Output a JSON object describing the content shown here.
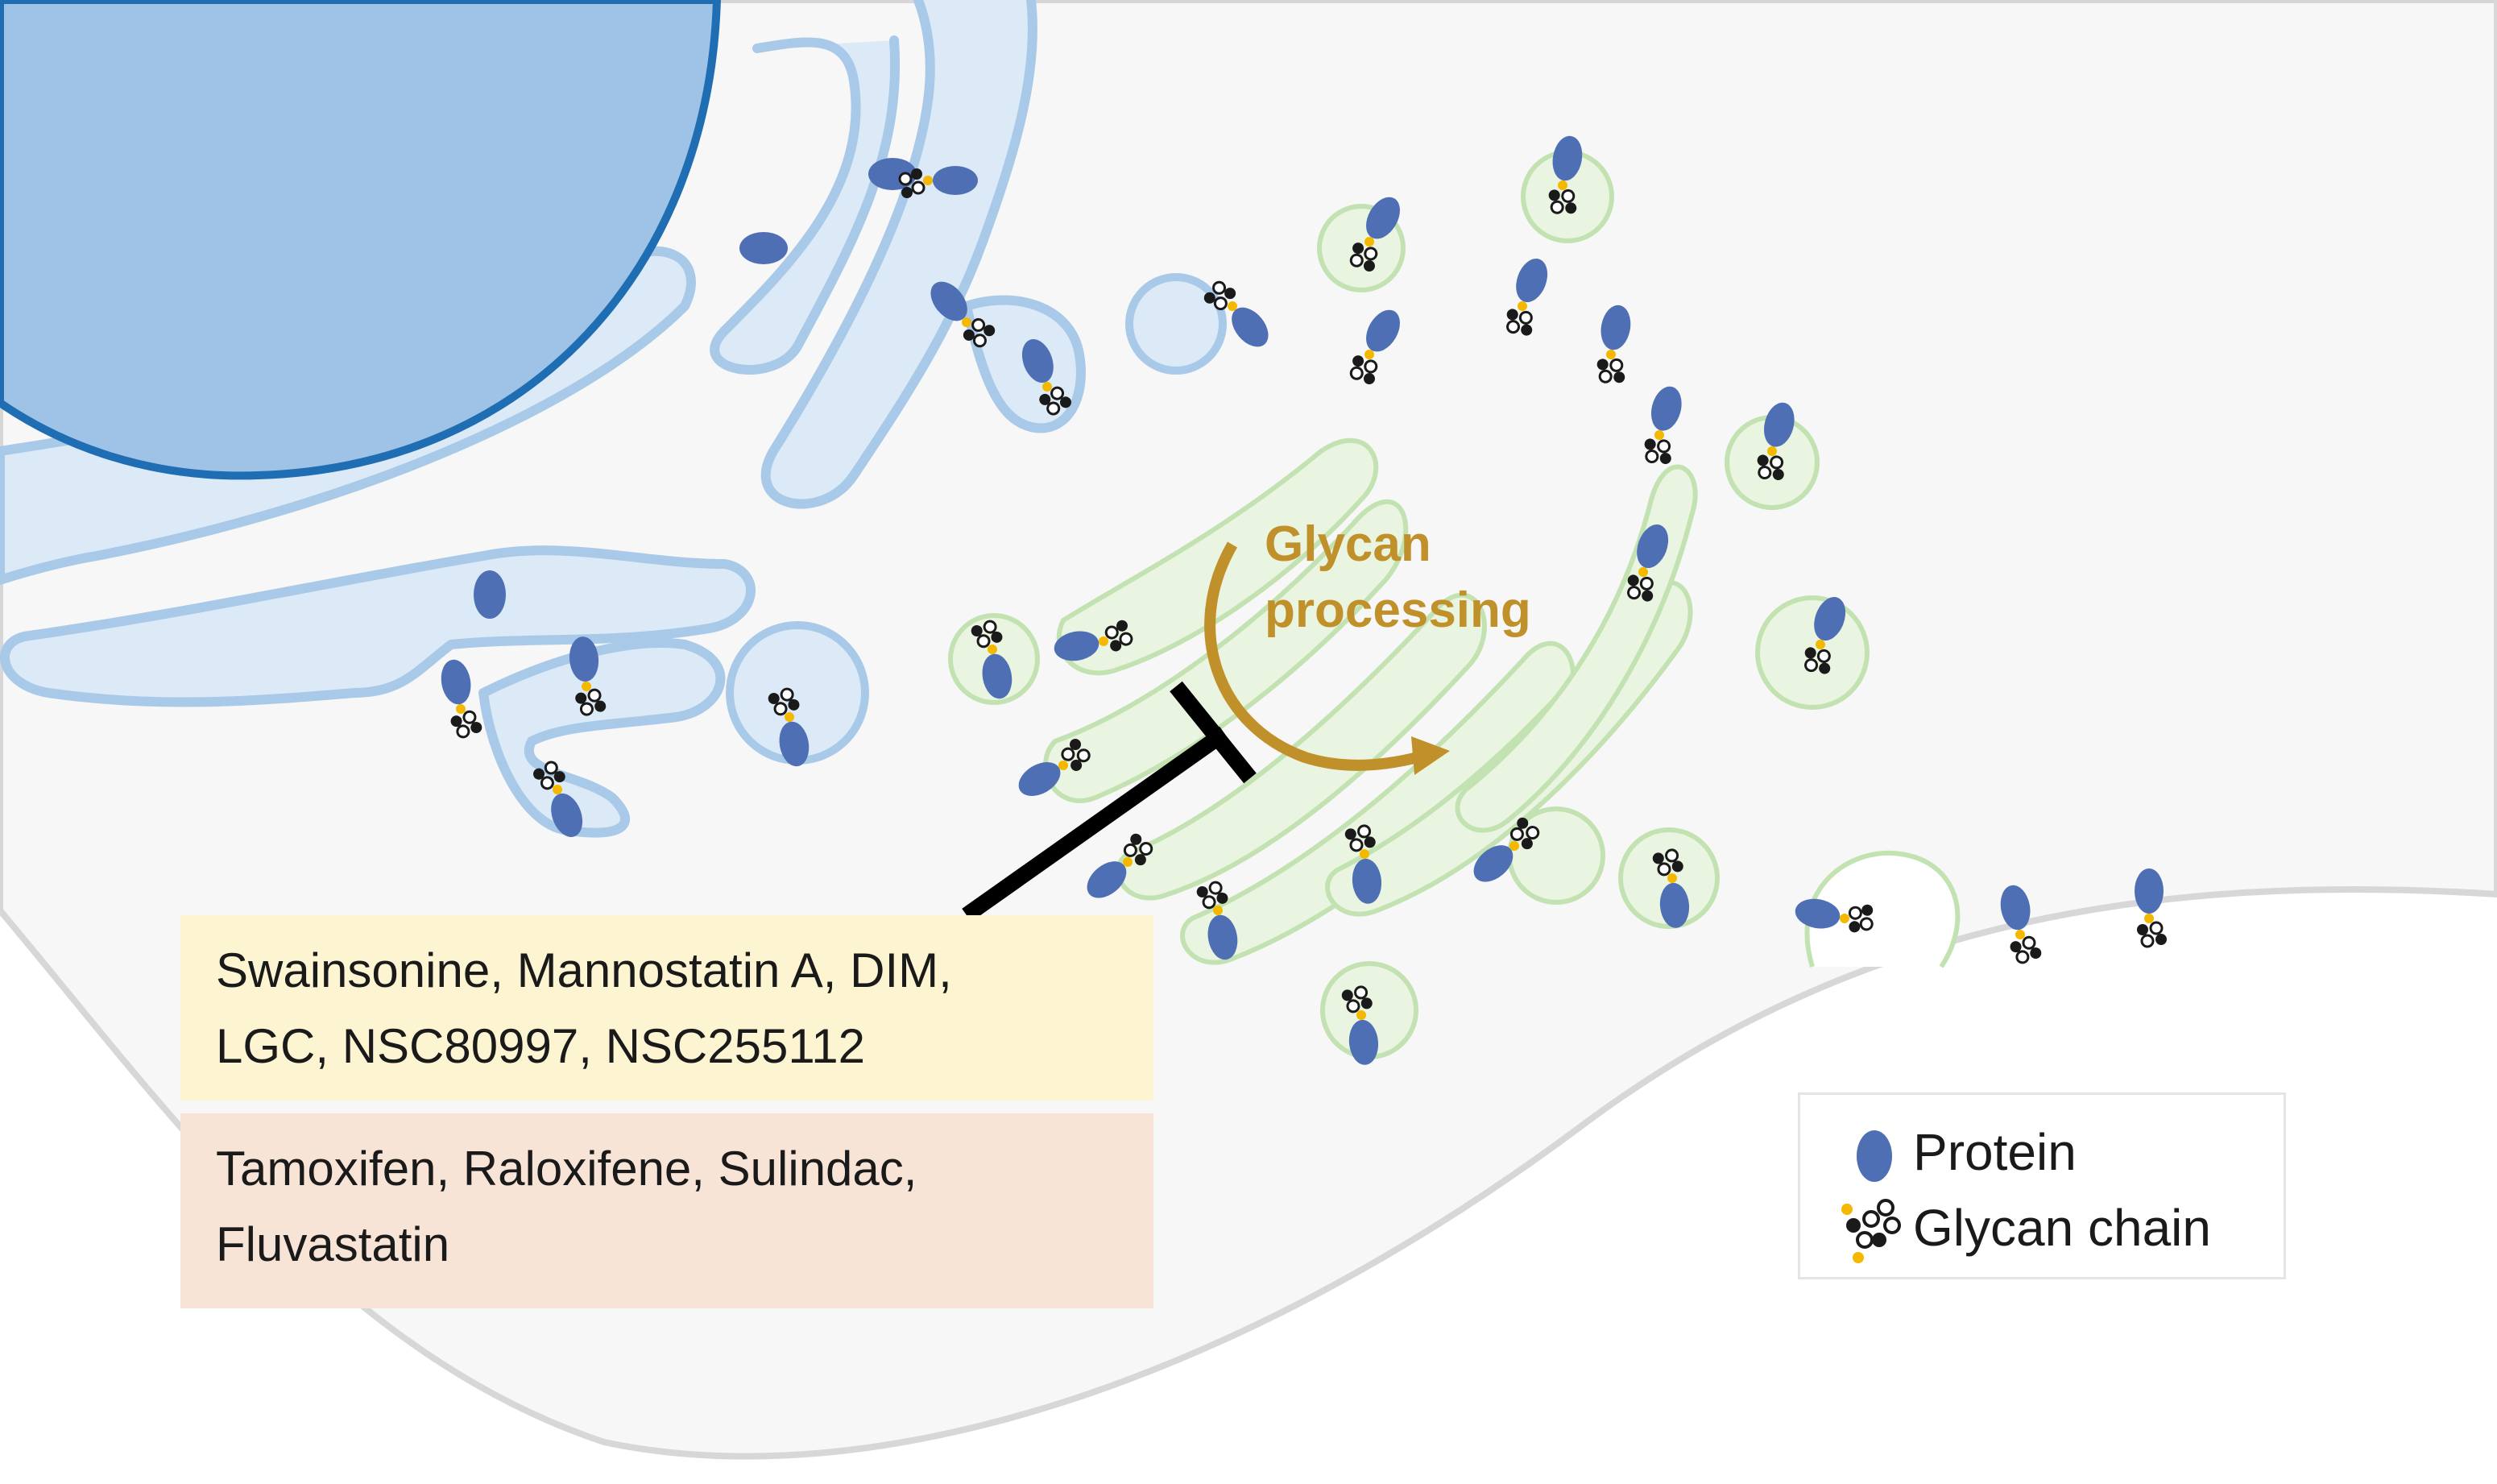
{
  "process_label": {
    "line1": "Glycan",
    "line2": "processing"
  },
  "inhibitors": {
    "group1": {
      "line1": "Swainsonine, Mannostatin A, DIM,",
      "line2": "LGC, NSC80997, NSC255112"
    },
    "group2": {
      "line1": "Tamoxifen, Raloxifene, Sulindac,",
      "line2": "Fluvastatin"
    }
  },
  "legend": {
    "protein": "Protein",
    "glycan": "Glycan chain"
  },
  "colors": {
    "protein": "#4e6fb4",
    "glycan_link": "#f5b800",
    "glycan_residue": "#1a1a1a",
    "nucleus_fill": "#9ec3e6",
    "nucleus_border": "#1f6db2",
    "er_fill": "#dceaf7",
    "er_border": "#a9c9e8",
    "golgi_fill": "#e9f4e1",
    "golgi_border": "#c3e2b2",
    "arrow": "#c0912a",
    "inhibitor_bar": "#000000",
    "box1": "#fdf4d2",
    "box2": "#f8e4d6",
    "cell_fill": "#f7f7f7",
    "cell_border": "#d7d7d7"
  },
  "icons": {
    "protein": "protein-ellipse-icon",
    "glycan": "glycan-chain-icon",
    "arrow": "curved-arrow-icon",
    "inhibit": "inhibition-bar-icon"
  }
}
